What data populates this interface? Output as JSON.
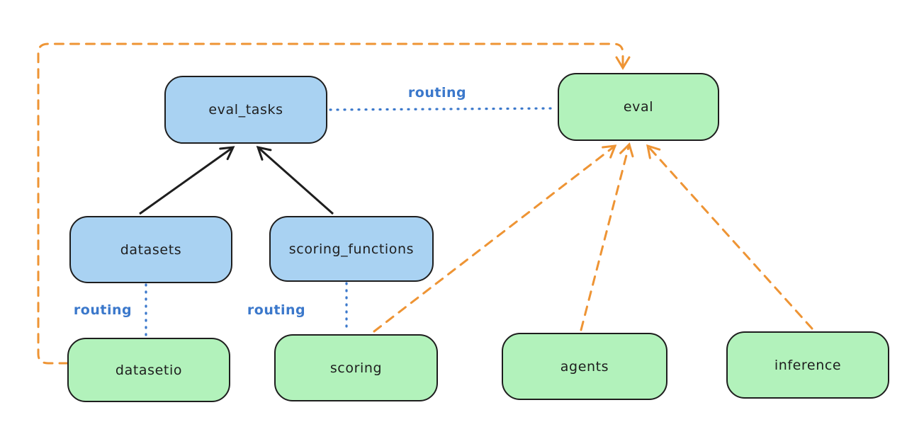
{
  "diagram": {
    "colors": {
      "blue_fill": "#a9d2f2",
      "green_fill": "#b2f2bb",
      "stroke": "#1e1e1e",
      "orange": "#ee9434",
      "blue_line": "#3b78cb"
    },
    "nodes": [
      {
        "id": "eval_tasks",
        "label": "eval_tasks",
        "color": "blue"
      },
      {
        "id": "eval",
        "label": "eval",
        "color": "green"
      },
      {
        "id": "datasets",
        "label": "datasets",
        "color": "blue"
      },
      {
        "id": "scoring_functions",
        "label": "scoring_functions",
        "color": "blue"
      },
      {
        "id": "datasetio",
        "label": "datasetio",
        "color": "green"
      },
      {
        "id": "scoring",
        "label": "scoring",
        "color": "green"
      },
      {
        "id": "agents",
        "label": "agents",
        "color": "green"
      },
      {
        "id": "inference",
        "label": "inference",
        "color": "green"
      }
    ],
    "edges": [
      {
        "from": "datasets",
        "to": "eval_tasks",
        "style": "solid-arrow",
        "color": "black"
      },
      {
        "from": "scoring_functions",
        "to": "eval_tasks",
        "style": "solid-arrow",
        "color": "black"
      },
      {
        "from": "eval_tasks",
        "to": "eval",
        "style": "dotted",
        "color": "blue",
        "label": "routing"
      },
      {
        "from": "datasets",
        "to": "datasetio",
        "style": "dotted",
        "color": "blue",
        "label": "routing"
      },
      {
        "from": "scoring_functions",
        "to": "scoring",
        "style": "dotted",
        "color": "blue",
        "label": "routing"
      },
      {
        "from": "scoring",
        "to": "eval",
        "style": "dashed-arrow",
        "color": "orange"
      },
      {
        "from": "agents",
        "to": "eval",
        "style": "dashed-arrow",
        "color": "orange"
      },
      {
        "from": "inference",
        "to": "eval",
        "style": "dashed-arrow",
        "color": "orange"
      },
      {
        "from": "datasetio",
        "to": "eval",
        "style": "dashed-arrow",
        "color": "orange"
      }
    ],
    "edge_labels": [
      {
        "text": "routing"
      },
      {
        "text": "routing"
      },
      {
        "text": "routing"
      }
    ]
  }
}
